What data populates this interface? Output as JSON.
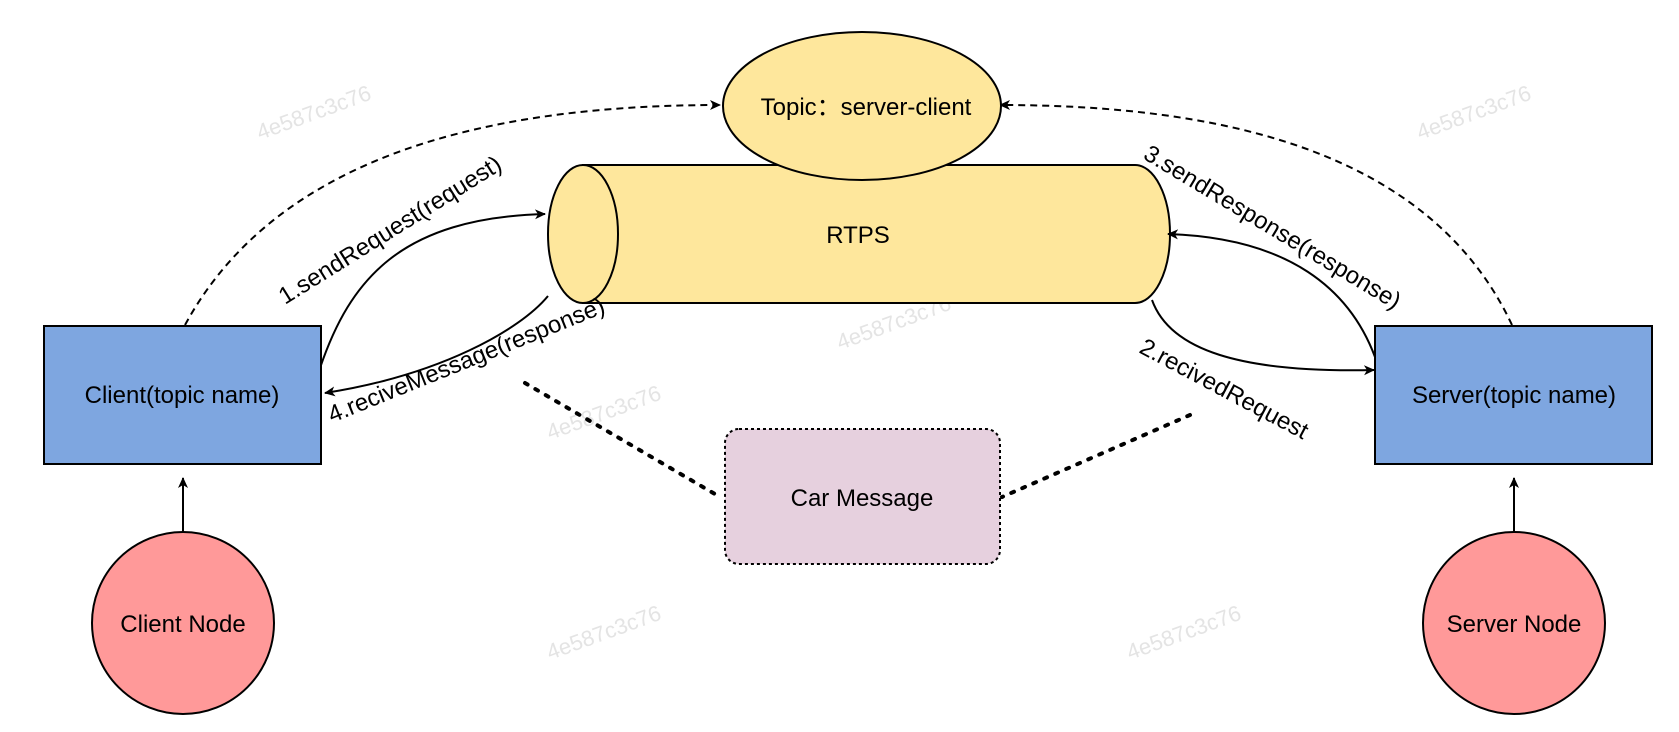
{
  "nodes": {
    "topic": "Topic：server-client",
    "rtps": "RTPS",
    "client": "Client(topic name)",
    "server": "Server(topic name)",
    "car_message": "Car Message",
    "client_node": "Client Node",
    "server_node": "Server Node"
  },
  "edges": {
    "send_request": "1.sendRequest(request)",
    "recived_request": "2.recivedRequest",
    "send_response": "3.sendResponse(response)",
    "recive_message": "4.reciveMessage(response)"
  },
  "watermark": "4e587c3c76",
  "colors": {
    "rect_fill": "#7ea6e0",
    "rect_stroke": "#000000",
    "rtps_fill": "#fee79c",
    "circle_fill": "#ff9999",
    "car_fill": "#e6d0de"
  }
}
